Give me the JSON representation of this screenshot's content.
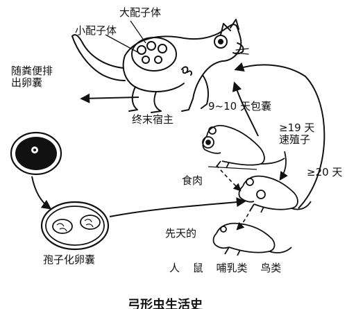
{
  "labels": {
    "macrogamete": "大配子体",
    "microgamete": "小配子体",
    "excreted": "随粪便排出卵囊",
    "definitive_host": "终末宿主",
    "cyst_time": "9~10 天包囊",
    "tachyzoite_time": "≥19 天速殖子",
    "twenty_days": "≥20 天",
    "carnivory": "食肉",
    "congenital": "先天的",
    "sporulated_oocyst": "孢子化卵囊",
    "intermediate_hosts": "人 鼠 哺乳类 鸟类",
    "caption": "弓形虫生活史"
  },
  "colors": {
    "ink": "#111111",
    "background": "#ffffff"
  },
  "icons": [
    "cat-illustration",
    "mouse-illustration",
    "oocyst-illustration",
    "sporulated-oocyst-illustration",
    "rat-illustration"
  ]
}
